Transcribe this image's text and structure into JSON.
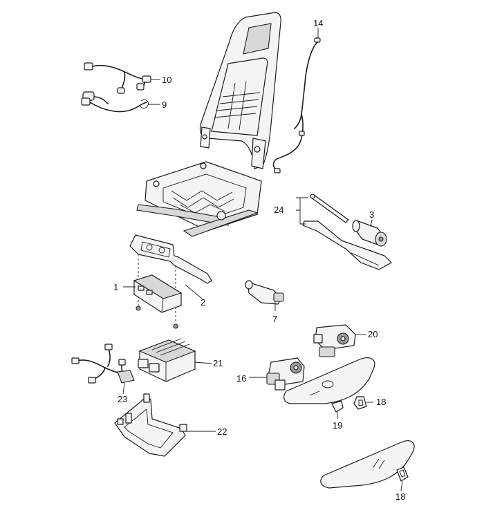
{
  "callouts": {
    "c1": "1",
    "c2": "2",
    "c3": "3",
    "c7": "7",
    "c9": "9",
    "c10": "10",
    "c14": "14",
    "c16": "16",
    "c18a": "18",
    "c18b": "18",
    "c19": "19",
    "c20": "20",
    "c21": "21",
    "c22": "22",
    "c23": "23",
    "c24": "24"
  }
}
